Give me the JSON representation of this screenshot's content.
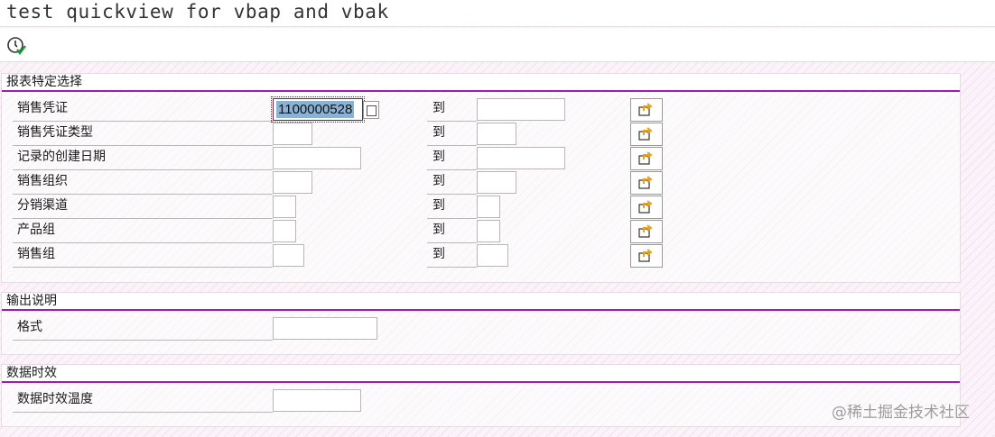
{
  "window": {
    "title": "test quickview for vbap and vbak"
  },
  "toolbar": {
    "execute_icon": "execute-clock-check-icon"
  },
  "groups": [
    {
      "title": "报表特定选择",
      "to_label": "到",
      "rows": [
        {
          "label": "销售凭证",
          "from_value": "1100000528",
          "to_value": ""
        },
        {
          "label": "销售凭证类型",
          "from_value": "",
          "to_value": ""
        },
        {
          "label": "记录的创建日期",
          "from_value": "",
          "to_value": ""
        },
        {
          "label": "销售组织",
          "from_value": "",
          "to_value": ""
        },
        {
          "label": "分销渠道",
          "from_value": "",
          "to_value": ""
        },
        {
          "label": "产品组",
          "from_value": "",
          "to_value": ""
        },
        {
          "label": "销售组",
          "from_value": "",
          "to_value": ""
        }
      ]
    },
    {
      "title": "输出说明",
      "rows": [
        {
          "label": "格式",
          "value": ""
        }
      ]
    },
    {
      "title": "数据时效",
      "rows": [
        {
          "label": "数据时效温度",
          "value": ""
        }
      ]
    }
  ],
  "watermark": "@稀土掘金技术社区",
  "colors": {
    "accent": "#9b1fae",
    "selection": "#8ab2d4",
    "arrow": "#e8a317"
  }
}
